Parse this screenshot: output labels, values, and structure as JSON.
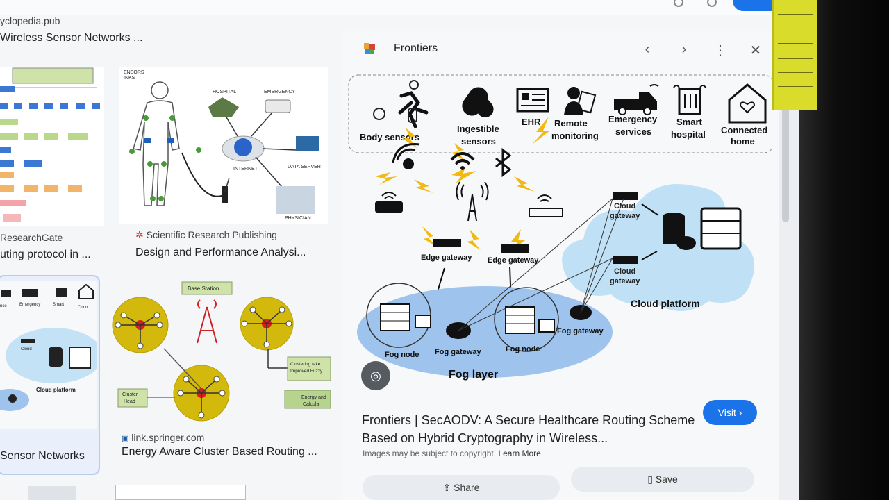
{
  "left_col1": {
    "source_top": "yclopedia.pub",
    "title_top": "Wireless Sensor Networks ...",
    "source_mid": "ResearchGate",
    "title_mid": "uting protocol in ...",
    "title_bottom": "Sensor Networks"
  },
  "left_col2": {
    "source_mid": "Scientific Research Publishing",
    "title_mid": "Design and Performance Analysi...",
    "source_bottom": "link.springer.com",
    "title_bottom": "Energy Aware Cluster Based Routing ..."
  },
  "thumb1": {
    "hospital": "HOSPITAL",
    "emergency": "EMERGENCY",
    "internet": "INTERNET",
    "data_server": "DATA SERVER",
    "physician": "PHYSICIAN",
    "sensors": "ENSORS",
    "inks": "INKS"
  },
  "thumb2": {
    "base_station": "Base Station",
    "cluster_head": "Cluster Head",
    "clustering": "Clustering take Improved Fuzzy Clusterin",
    "energy": "Energy and Calcula"
  },
  "panel": {
    "site_name": "Frontiers",
    "title": "Frontiers | SecAODV: A Secure Healthcare Routing Scheme Based on Hybrid Cryptography in Wireless...",
    "copyright": "Images may be subject to copyright.",
    "learn_more": "Learn More",
    "visit_label": "Visit ›",
    "share_label": "Share",
    "save_label": "Save"
  },
  "diagram": {
    "body_sensors": "Body sensors",
    "ingestible": "Ingestible",
    "sensors": "sensors",
    "ehr": "EHR",
    "remote": "Remote",
    "monitoring": "monitoring",
    "emergency": "Emergency",
    "services": "services",
    "smart": "Smart",
    "hospital": "hospital",
    "connected": "Connected",
    "home": "home",
    "edge_gateway": "Edge gateway",
    "cloud": "Cloud",
    "gateway": "gateway",
    "cloud_platform": "Cloud platform",
    "fog_node": "Fog node",
    "fog_gateway": "Fog gateway",
    "fog_layer": "Fog layer"
  },
  "colors": {
    "accent": "#1a73e8",
    "fog_ellipse": "#9ec3ec",
    "cloud": "#bfe0f5",
    "lightning": "#f2b90f",
    "sticky": "#d9dc2a"
  }
}
